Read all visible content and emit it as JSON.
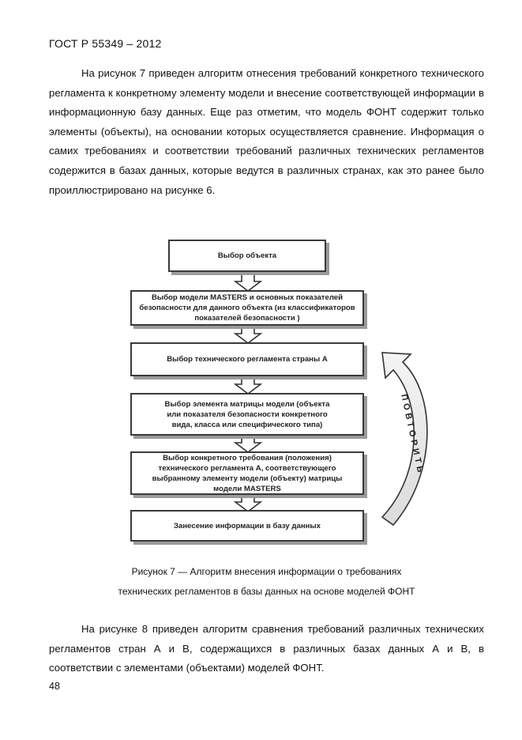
{
  "header": {
    "standard": "ГОСТ Р 55349 – 2012"
  },
  "paragraphs": {
    "intro": "На рисунок 7 приведен алгоритм отнесения требований конкретного технического регламента к конкретному элементу модели и внесение соответствующей информации в информационную базу данных. Еще раз отметим, что модель ФОНТ содержит только элементы (объекты), на основании которых осуществляется сравнение. Информация о самих требованиях и соответствии требований различных технических регламентов содержится в базах данных, которые ведутся в различных странах, как это ранее было проиллюстрировано на рисунке 6.",
    "next": "На рисунке 8 приведен алгоритм сравнения требований различных технических регламентов стран А и В, содержащихся в различных базах данных А и В, в соответствии с элементами (объектами) моделей ФОНТ."
  },
  "flowchart": {
    "steps": [
      "Выбор объекта",
      "Выбор модели MASTERS и основных показателей безопасности для данного объекта (из классификаторов показателей безопасности )",
      "Выбор технического регламента страны А",
      "Выбор элемента матрицы модели (объекта или показателя безопасности конкретного вида, класса или специфического типа)",
      "Выбор конкретного требования (положения) технического регламента А, соответствующего выбранному элементу модели (объекту) матрицы модели MASTERS",
      "Занесение информации в базу данных"
    ],
    "repeat_label": "ПОВТОРИТЬ"
  },
  "caption": {
    "line1": "Рисунок 7 — Алгоритм внесения информации о требованиях",
    "line2": "технических регламентов в базы данных на основе моделей ФОНТ"
  },
  "page_number": "48"
}
